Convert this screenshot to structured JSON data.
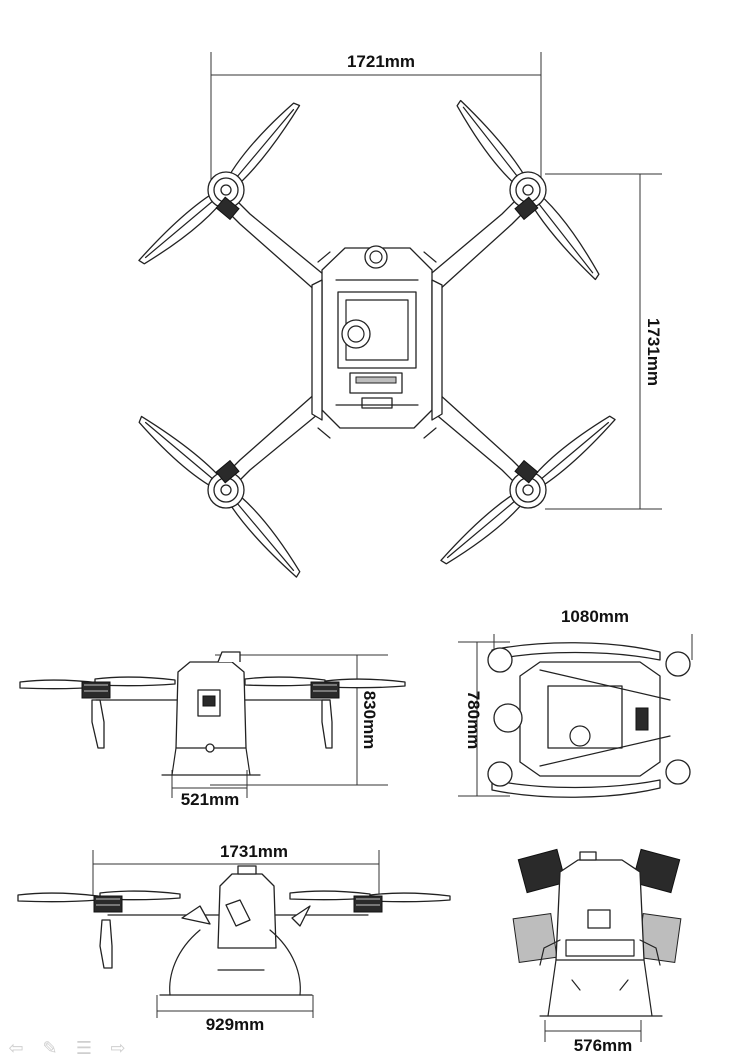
{
  "top_view": {
    "width_label": "1721mm",
    "length_label": "1731mm"
  },
  "side_view": {
    "height_label": "830mm",
    "leg_label": "521mm"
  },
  "folded_top_view": {
    "width_label": "1080mm",
    "length_label": "780mm"
  },
  "front_view": {
    "span_label": "1731mm",
    "leg_label": "929mm"
  },
  "folded_front_view": {
    "leg_label": "576mm"
  },
  "nav_icons": [
    "arrow-left-icon",
    "pencil-icon",
    "list-icon",
    "arrow-right-icon"
  ]
}
